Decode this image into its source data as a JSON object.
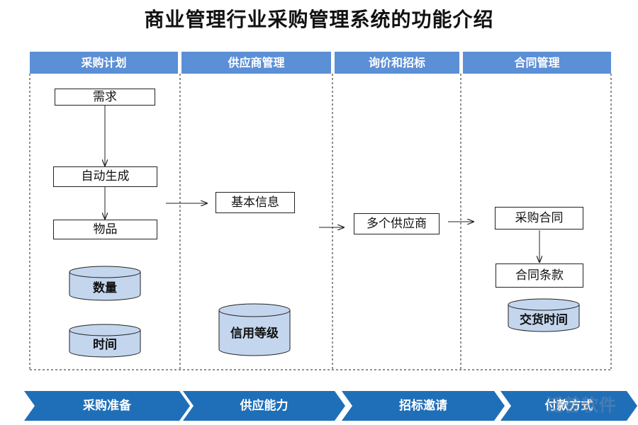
{
  "title": "商业管理行业采购管理系统的功能介绍",
  "columns": [
    "采购计划",
    "供应商管理",
    "询价和招标",
    "合同管理"
  ],
  "plan": {
    "boxes": [
      "需求",
      "自动生成",
      "物品"
    ],
    "stores": [
      "数量",
      "时间"
    ]
  },
  "supplier": {
    "boxes": [
      "基本信息"
    ],
    "stores": [
      "信用等级"
    ]
  },
  "inquiry": {
    "boxes": [
      "多个供应商"
    ]
  },
  "contract": {
    "boxes": [
      "采购合同",
      "合同条款"
    ],
    "stores": [
      "交货时间"
    ]
  },
  "stages": [
    "采购准备",
    "供应能力",
    "招标邀请",
    "付款方式"
  ],
  "watermark": "泛普软件",
  "colors": {
    "header": "#5b8fd6",
    "cylinder_fill": "#c4d6ee",
    "stage_fill": "#1f6fb8"
  }
}
